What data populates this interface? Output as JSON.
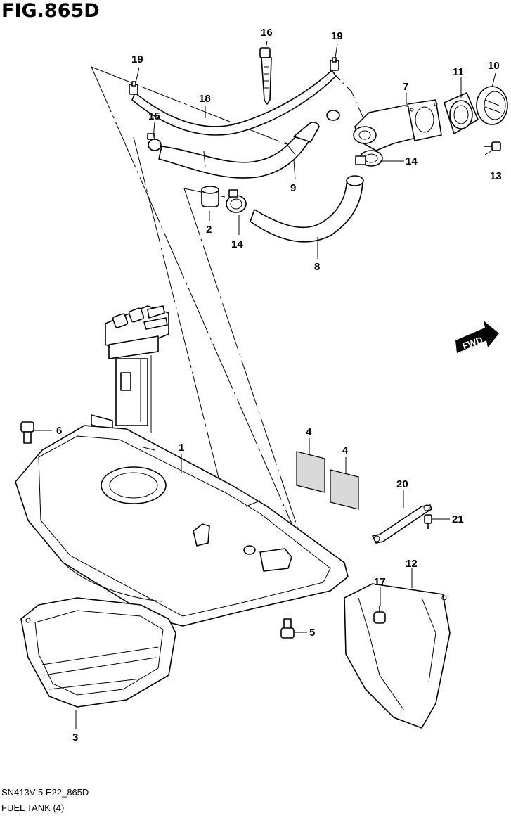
{
  "figure_title": "FIG.865D",
  "footer": {
    "code": "SN413V-5 E22_865D",
    "name": "FUEL TANK (4)"
  },
  "fwd_label": "FWD",
  "callouts": {
    "c1": "1",
    "c2": "2",
    "c3": "3",
    "c4a": "4",
    "c4b": "4",
    "c5": "5",
    "c6": "6",
    "c7": "7",
    "c8": "8",
    "c9": "9",
    "c10": "10",
    "c11": "11",
    "c12": "12",
    "c13": "13",
    "c14a": "14",
    "c14b": "14",
    "c15": "15",
    "c16": "16",
    "c17": "17",
    "c18": "18",
    "c19a": "19",
    "c19b": "19",
    "c20": "20",
    "c21": "21"
  }
}
